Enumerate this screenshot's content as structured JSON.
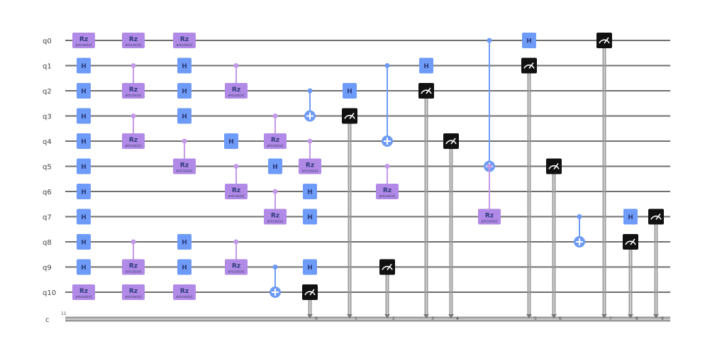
{
  "qubit_labels": [
    "q0",
    "q1",
    "q2",
    "q3",
    "q4",
    "q5",
    "q6",
    "q7",
    "q8",
    "q9",
    "q10"
  ],
  "classical_label": "c",
  "classical_bits": "11",
  "colors": {
    "h": "#6e9bf7",
    "rz": "#b08ae6",
    "measure": "#111111",
    "control": "#c499e8",
    "cnot": "#6e9bf7",
    "wire": "#6f6f6f"
  },
  "gate_labels": {
    "h": "H",
    "rz": "Rz",
    "rz_param": "arccos(x)"
  },
  "gates": [
    {
      "type": "rz",
      "q": 0,
      "col": 0
    },
    {
      "type": "h",
      "q": 1,
      "col": 0
    },
    {
      "type": "h",
      "q": 2,
      "col": 0
    },
    {
      "type": "h",
      "q": 3,
      "col": 0
    },
    {
      "type": "h",
      "q": 4,
      "col": 0
    },
    {
      "type": "h",
      "q": 5,
      "col": 0
    },
    {
      "type": "h",
      "q": 6,
      "col": 0
    },
    {
      "type": "h",
      "q": 7,
      "col": 0
    },
    {
      "type": "h",
      "q": 8,
      "col": 0
    },
    {
      "type": "h",
      "q": 9,
      "col": 0
    },
    {
      "type": "rz",
      "q": 10,
      "col": 0
    },
    {
      "type": "rz",
      "q": 0,
      "col": 1
    },
    {
      "type": "crz",
      "c": 1,
      "t": 2,
      "col": 1
    },
    {
      "type": "crz",
      "c": 3,
      "t": 4,
      "col": 1
    },
    {
      "type": "crz",
      "c": 8,
      "t": 9,
      "col": 1
    },
    {
      "type": "rz",
      "q": 10,
      "col": 1
    },
    {
      "type": "rz",
      "q": 0,
      "col": 2
    },
    {
      "type": "h",
      "q": 1,
      "col": 2
    },
    {
      "type": "h",
      "q": 2,
      "col": 2
    },
    {
      "type": "h",
      "q": 3,
      "col": 2
    },
    {
      "type": "crz",
      "c": 4,
      "t": 5,
      "col": 2
    },
    {
      "type": "h",
      "q": 8,
      "col": 2
    },
    {
      "type": "h",
      "q": 9,
      "col": 2
    },
    {
      "type": "rz",
      "q": 10,
      "col": 2
    },
    {
      "type": "crz",
      "c": 1,
      "t": 2,
      "col": 3
    },
    {
      "type": "crz",
      "c": 5,
      "t": 6,
      "col": 3
    },
    {
      "type": "crz",
      "c": 8,
      "t": 9,
      "col": 3
    },
    {
      "type": "h",
      "q": 4,
      "col": 3.6
    },
    {
      "type": "crz",
      "c": 3,
      "t": 4,
      "col": 4
    },
    {
      "type": "h",
      "q": 5,
      "col": 4
    },
    {
      "type": "crz",
      "c": 6,
      "t": 7,
      "col": 4
    },
    {
      "type": "cx",
      "c": 9,
      "t": 10,
      "col": 4
    },
    {
      "type": "cx",
      "c": 2,
      "t": 3,
      "col": 5
    },
    {
      "type": "crz",
      "c": 4,
      "t": 5,
      "col": 5
    },
    {
      "type": "h",
      "q": 6,
      "col": 5
    },
    {
      "type": "h",
      "q": 7,
      "col": 5
    },
    {
      "type": "h",
      "q": 9,
      "col": 5
    },
    {
      "type": "measure",
      "q": 10,
      "col": 5,
      "bit": 0
    },
    {
      "type": "h",
      "q": 2,
      "col": 6
    },
    {
      "type": "measure",
      "q": 3,
      "col": 6,
      "bit": 1
    },
    {
      "type": "cx",
      "c": 1,
      "t": 4,
      "col": 7
    },
    {
      "type": "crz",
      "c": 5,
      "t": 6,
      "col": 7
    },
    {
      "type": "measure",
      "q": 9,
      "col": 7,
      "bit": 2
    },
    {
      "type": "h",
      "q": 1,
      "col": 8
    },
    {
      "type": "measure",
      "q": 2,
      "col": 8,
      "bit": 3
    },
    {
      "type": "measure",
      "q": 4,
      "col": 9,
      "bit": 4
    },
    {
      "type": "cx",
      "c": 0,
      "t": 5,
      "col": 10
    },
    {
      "type": "crz",
      "c": 5,
      "t": 7,
      "col": 10
    },
    {
      "type": "h",
      "q": 0,
      "col": 11
    },
    {
      "type": "measure",
      "q": 1,
      "col": 11,
      "bit": 5
    },
    {
      "type": "measure",
      "q": 5,
      "col": 12,
      "bit": 6
    },
    {
      "type": "cx",
      "c": 7,
      "t": 8,
      "col": 13
    },
    {
      "type": "measure",
      "q": 0,
      "col": 14,
      "bit": 7
    },
    {
      "type": "h",
      "q": 7,
      "col": 15
    },
    {
      "type": "measure",
      "q": 8,
      "col": 15,
      "bit": 8
    },
    {
      "type": "measure",
      "q": 7,
      "col": 16,
      "bit": 9
    }
  ],
  "bit_labels": [
    "0",
    "1",
    "2",
    "3",
    "4",
    "5",
    "6",
    "7",
    "8",
    "9"
  ]
}
